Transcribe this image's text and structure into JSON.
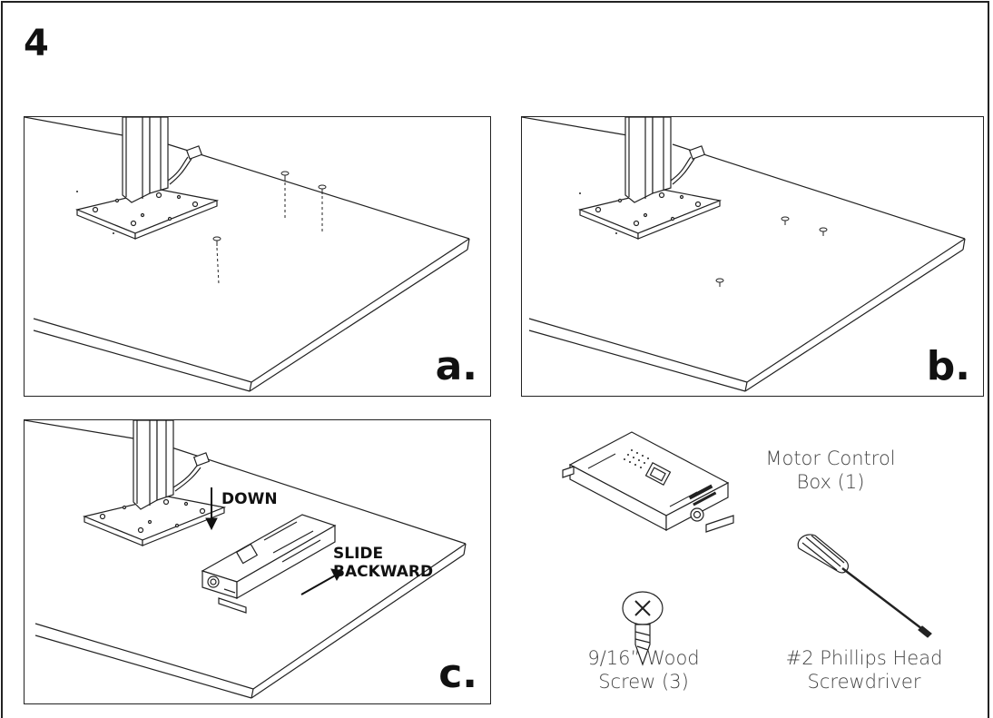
{
  "step": {
    "number": "4"
  },
  "panels": [
    {
      "id": "a",
      "label": "a."
    },
    {
      "id": "b",
      "label": "b."
    },
    {
      "id": "c",
      "label": "c."
    }
  ],
  "callouts": {
    "down": "DOWN",
    "slide_line1": "SLIDE",
    "slide_line2": "BACKWARD"
  },
  "parts": {
    "motor_control_box": {
      "line1": "Motor Control",
      "line2": "Box (1)"
    },
    "wood_screw": {
      "line1": "9/16” Wood",
      "line2": "Screw (3)"
    },
    "screwdriver": {
      "line1": "#2 Phillips Head",
      "line2": "Screwdriver"
    }
  },
  "icons": [
    "table-top-illustration",
    "table-leg-illustration",
    "mounting-plate-illustration",
    "wood-screw-icon",
    "motor-control-box-icon",
    "screwdriver-icon",
    "down-arrow-icon",
    "slide-arrow-icon"
  ]
}
